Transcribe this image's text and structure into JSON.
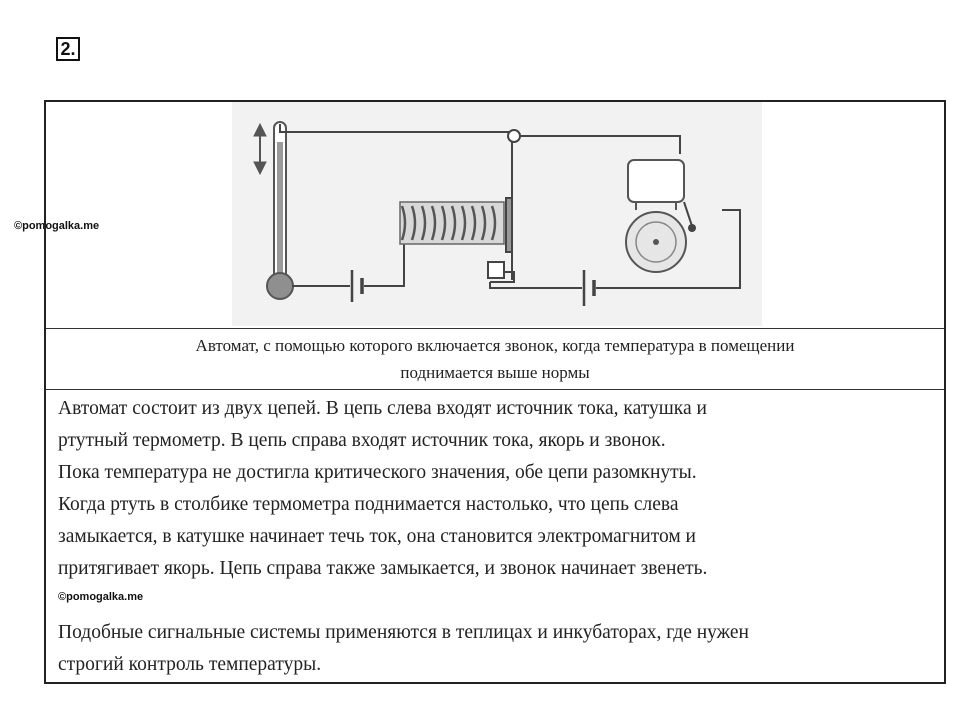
{
  "task": {
    "number": "2."
  },
  "watermark": "©pomogalka.me",
  "caption": {
    "line1": "Автомат, с помощью которого включается звонок, когда температура в помещении",
    "line2": "поднимается выше нормы"
  },
  "explanation": {
    "lines": [
      "Автомат состоит из двух цепей. В цепь слева входят источник тока, катушка и",
      "ртутный термометр. В цепь справа входят источник тока, якорь и звонок.",
      "Пока температура не достигла критического значения,  обе цепи разомкнуты.",
      "Когда ртуть в столбике термометра поднимается настолько, что цепь слева",
      "замыкается, в катушке начинает течь ток, она становится электромагнитом и",
      "притягивает якорь. Цепь справа также замыкается, и звонок начинает звенеть."
    ],
    "closing_lines": [
      "Подобные сигнальные системы применяются в теплицах и инкубаторах, где нужен",
      "строгий контроль температуры."
    ]
  },
  "colors": {
    "border": "#222222",
    "diagram_bg": "#f2f2f2",
    "wire": "#444444"
  }
}
